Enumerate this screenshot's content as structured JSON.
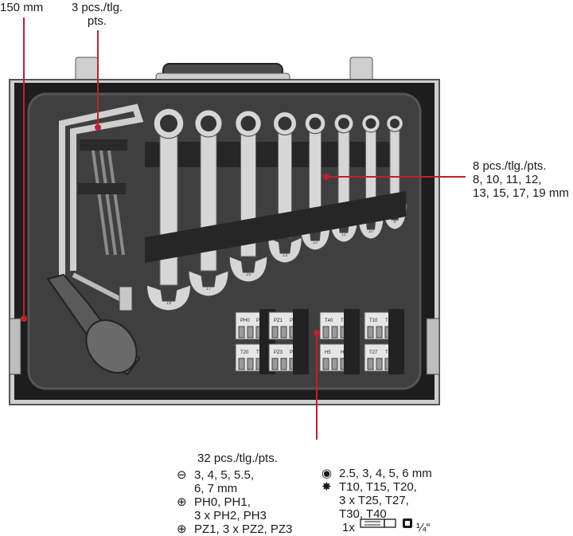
{
  "callouts": {
    "saw_size": "150 mm",
    "saw_blades_l1": "3 pcs./tlg.",
    "saw_blades_l2": "pts.",
    "wrenches_l1": "8 pcs./tlg./pts.",
    "wrenches_l2": "8, 10, 11, 12,",
    "wrenches_l3": "13, 15, 17, 19 mm",
    "bits_title": "32 pcs./tlg./pts."
  },
  "legend": {
    "left": [
      {
        "icon": "slot-icon",
        "symbol": "⊖",
        "lines": [
          "3, 4, 5, 5.5,",
          "6, 7 mm"
        ]
      },
      {
        "icon": "phillips-icon",
        "symbol": "⊕",
        "lines": [
          "PH0, PH1,",
          "3 x PH2, PH3"
        ]
      },
      {
        "icon": "pozidriv-icon",
        "symbol": "⊕",
        "lines": [
          "PZ1, 3 x PZ2, PZ3"
        ]
      }
    ],
    "right": [
      {
        "icon": "hex-icon",
        "symbol": "◉",
        "lines": [
          "2.5, 3, 4, 5, 6 mm"
        ]
      },
      {
        "icon": "torx-icon",
        "symbol": "✸",
        "lines": [
          "T10, T15, T20,",
          "3 x T25, T27,",
          "T30, T40"
        ]
      },
      {
        "icon": "adapter-icon",
        "symbol": "",
        "lines": [
          "1x",
          "¼“"
        ]
      }
    ]
  },
  "bit_labels": [
    "PH0",
    "PH1",
    "PZ1",
    "PZ2",
    "T40",
    "T30",
    "T10",
    "T15",
    "T20",
    "T25",
    "PZ3",
    "PZ2",
    "H5",
    "H6",
    "T27",
    "T25"
  ],
  "wrench_marks": [
    "19",
    "17",
    "15",
    "13",
    "12",
    "11",
    "10",
    "8"
  ],
  "colors": {
    "accent": "#c0202a",
    "case": "#2b2b2b",
    "panel": "#3d3d3d",
    "frame": "#b9b9b9"
  }
}
